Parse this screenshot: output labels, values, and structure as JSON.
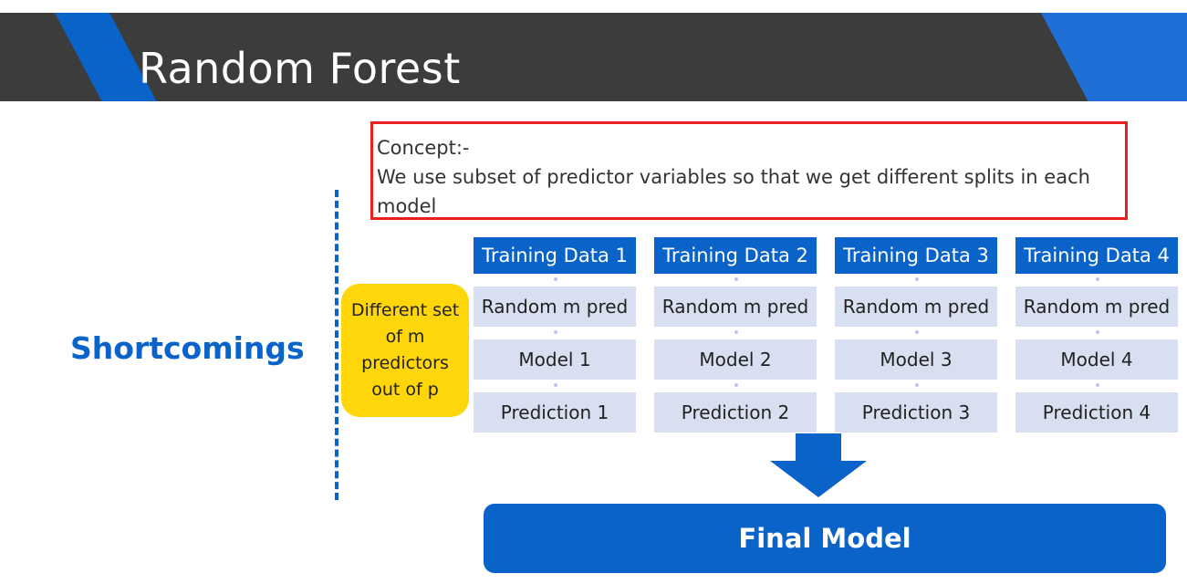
{
  "header": {
    "title": "Random Forest"
  },
  "concept": {
    "label": "Concept:-",
    "text": "We use subset of predictor variables so that we get different splits in each model"
  },
  "side": {
    "heading": "Shortcomings",
    "note": "Different set of m predictors out of p"
  },
  "columns": [
    {
      "training": "Training Data 1",
      "random": "Random m pred",
      "model": "Model 1",
      "prediction": "Prediction 1"
    },
    {
      "training": "Training Data 2",
      "random": "Random m pred",
      "model": "Model 2",
      "prediction": "Prediction 2"
    },
    {
      "training": "Training Data 3",
      "random": "Random m pred",
      "model": "Model 3",
      "prediction": "Prediction 3"
    },
    {
      "training": "Training Data 4",
      "random": "Random m pred",
      "model": "Model 4",
      "prediction": "Prediction 4"
    }
  ],
  "final": {
    "label": "Final Model"
  },
  "colors": {
    "blue": "#0a63c9",
    "red_border": "#e8201f",
    "yellow": "#ffd60a",
    "header_bg": "#3c3c3c",
    "cell_bg": "#d8dff0"
  }
}
